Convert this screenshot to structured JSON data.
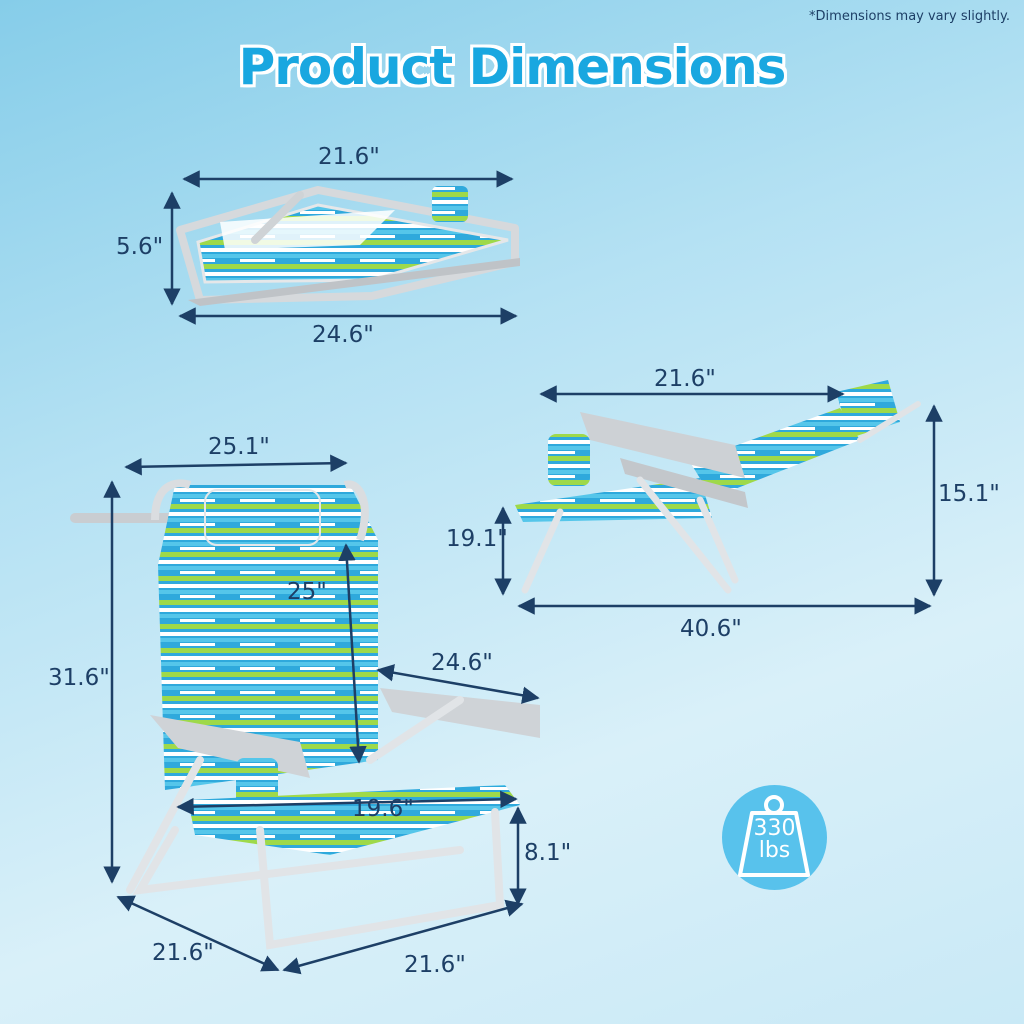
{
  "header": {
    "title": "Product Dimensions",
    "note": "*Dimensions may vary slightly."
  },
  "folded": {
    "top_width": "21.6\"",
    "height": "5.6\"",
    "bottom_length": "24.6\""
  },
  "reclined": {
    "width": "21.6\"",
    "seat_height": "19.1\"",
    "total_height": "15.1\"",
    "length": "40.6\""
  },
  "upright": {
    "top_width": "25.1\"",
    "total_height": "31.6\"",
    "back_height": "25\"",
    "arm_depth": "24.6\"",
    "seat_width": "19.6\"",
    "seat_height": "8.1\"",
    "base_depth": "21.6\"",
    "base_width": "21.6\""
  },
  "capacity": {
    "value": "330",
    "unit": "lbs"
  },
  "colors": {
    "title": "#19a7e0",
    "dim_text": "#1d3f66",
    "badge": "#58c2ec"
  }
}
